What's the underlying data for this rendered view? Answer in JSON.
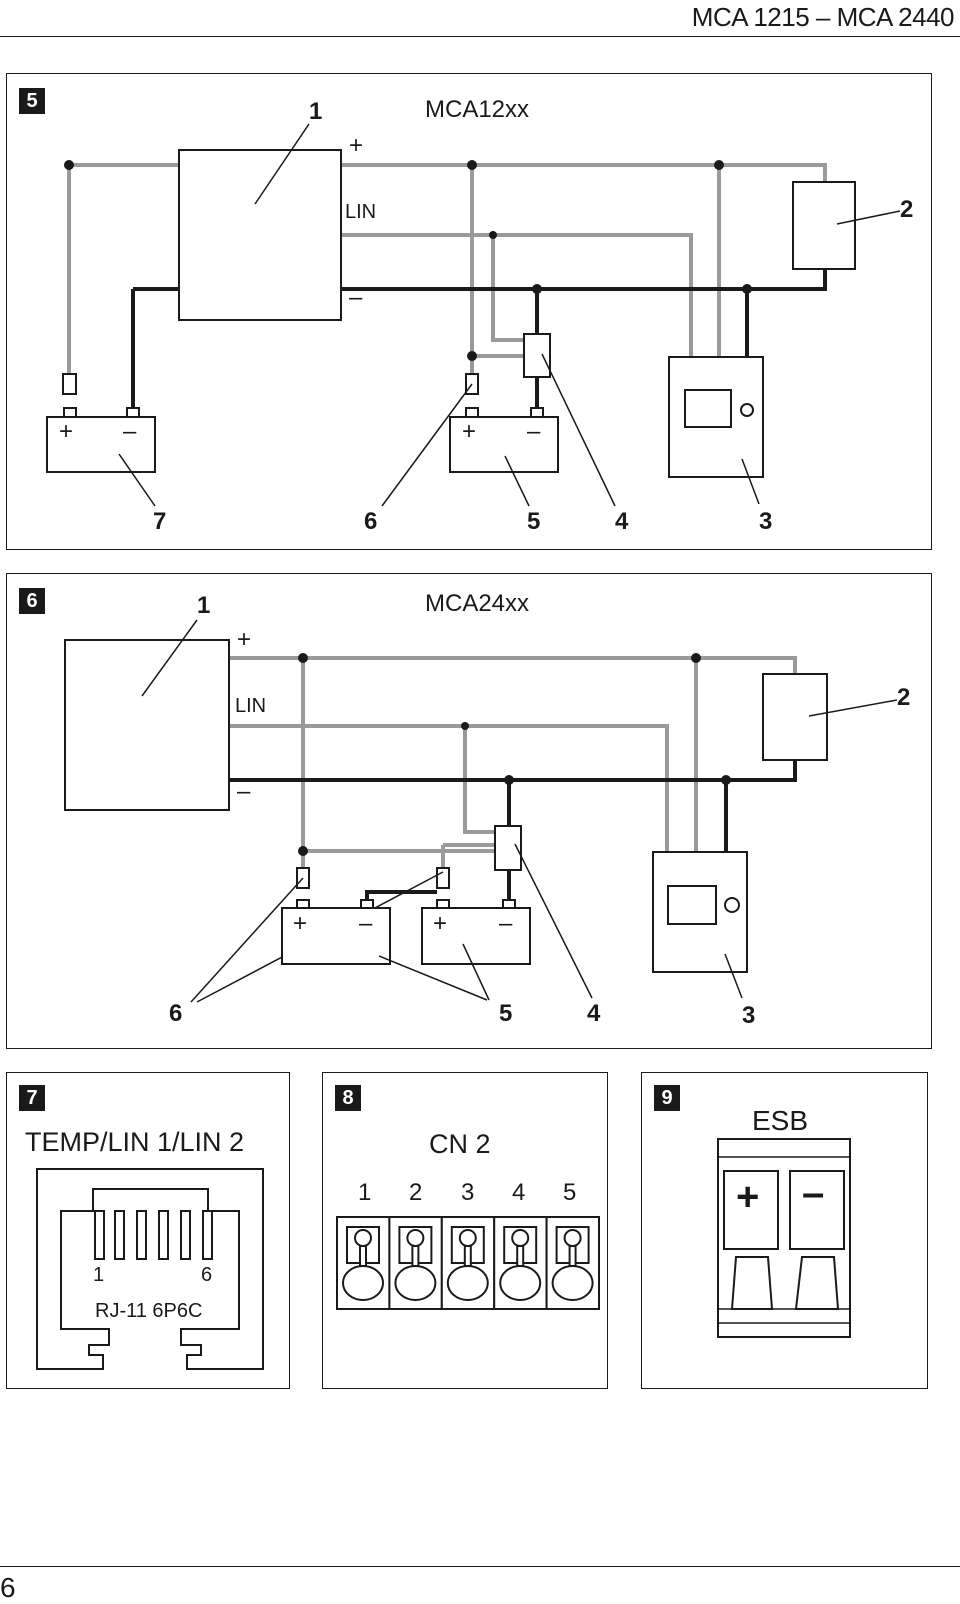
{
  "header": {
    "title": "MCA 1215 – MCA 2440"
  },
  "page_number": "6",
  "panel5": {
    "badge": "5",
    "model": "MCA12xx",
    "labels": {
      "plus": "+",
      "lin": "LIN",
      "minus": "–"
    },
    "battery_signs": {
      "plus": "+",
      "minus": "–"
    },
    "callouts": [
      "1",
      "2",
      "3",
      "4",
      "5",
      "6",
      "7"
    ]
  },
  "panel6": {
    "badge": "6",
    "model": "MCA24xx",
    "labels": {
      "plus": "+",
      "lin": "LIN",
      "minus": "–"
    },
    "battery_signs": {
      "plus": "+",
      "minus": "–"
    },
    "callouts": [
      "1",
      "2",
      "3",
      "4",
      "5",
      "6"
    ]
  },
  "panel7": {
    "badge": "7",
    "title": "TEMP/LIN 1/LIN 2",
    "pin_first": "1",
    "pin_last": "6",
    "connector": "RJ-11 6P6C"
  },
  "panel8": {
    "badge": "8",
    "title": "CN 2",
    "pins": [
      "1",
      "2",
      "3",
      "4",
      "5"
    ]
  },
  "panel9": {
    "badge": "9",
    "title": "ESB",
    "plus": "+",
    "minus": "–"
  }
}
